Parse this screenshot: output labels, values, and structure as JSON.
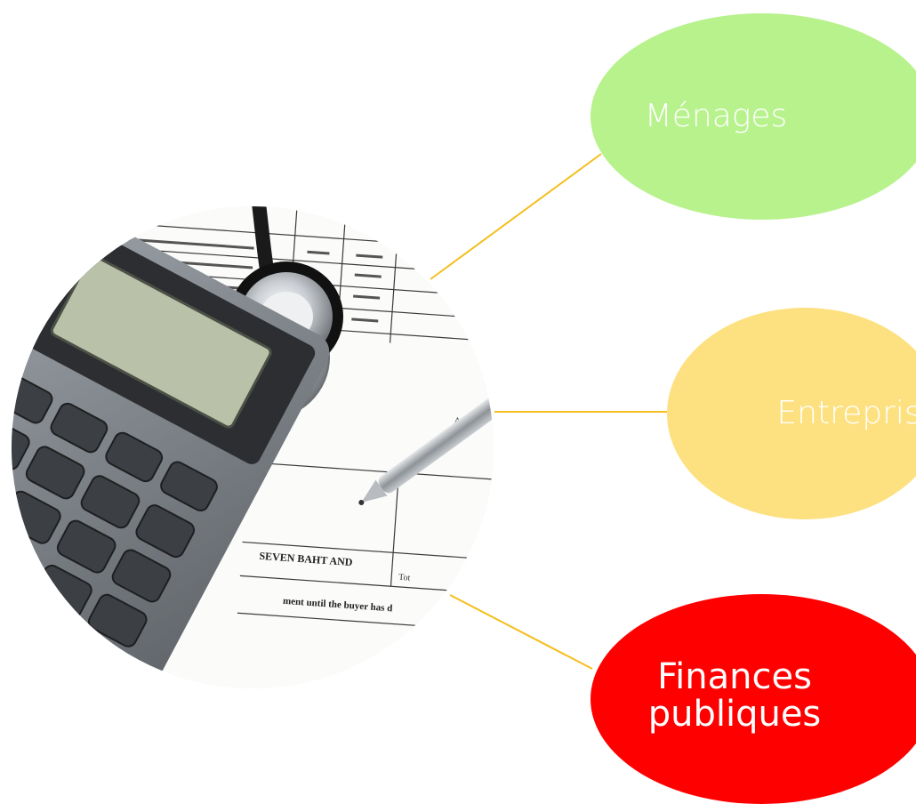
{
  "photo": {
    "alt": "Calculator, stethoscope and pen on an invoice",
    "invoice_lines": [
      "SEVEN BAHT AND",
      "ment until the buyer has d",
      "Amou",
      "Tot"
    ]
  },
  "nodes": [
    {
      "label": "Ménages",
      "fill": "#b7f28c",
      "text_color": "#ffffff"
    },
    {
      "label": "Entreprises",
      "fill": "#fde07f",
      "text_color": "#ffffff"
    },
    {
      "label_line1": "Finances",
      "label_line2": "publiques",
      "fill": "#ff0000",
      "text_color": "#ffffff"
    }
  ],
  "connector_color": "#f4bf1f"
}
